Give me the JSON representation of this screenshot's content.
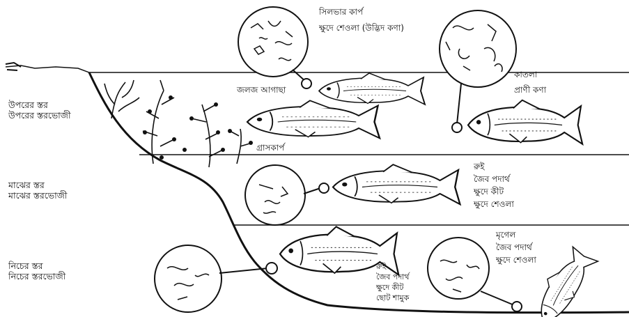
{
  "layers": {
    "top": {
      "name": "উপরের স্তর",
      "feeders": "উপরের স্তরভোজী"
    },
    "middle": {
      "name": "মাঝের স্তর",
      "feeders": "মাঝের স্তরভোজী"
    },
    "bottom": {
      "name": "নিচের স্তর",
      "feeders": "নিচের স্তরভোজী"
    }
  },
  "labels": {
    "silver_carp": "সিলভার কার্প",
    "silver_carp_food": "ক্ষুদে শেওলা (উদ্ভিদ কণা)",
    "water_weed": "জলজ আগাছা",
    "grass_carp": "গ্রাসকার্প",
    "catla": "কাতলা",
    "catla_food": "প্রাণী কণা",
    "rui": "রুই",
    "rui_food": [
      "জৈব পদার্থ",
      "ক্ষুদে কীট",
      "ক্ষুদে শেওলা"
    ],
    "kalibaus_food": [
      "রুই",
      "জৈব পদার্থ",
      "ক্ষুদে কীট",
      "ছোট শামুক"
    ],
    "mrigal": "মৃগেল",
    "mrigal_food": [
      "জৈব পদার্থ",
      "ক্ষুদে শেওলা"
    ]
  },
  "colors": {
    "ink": "#111111",
    "paper": "#ffffff"
  }
}
